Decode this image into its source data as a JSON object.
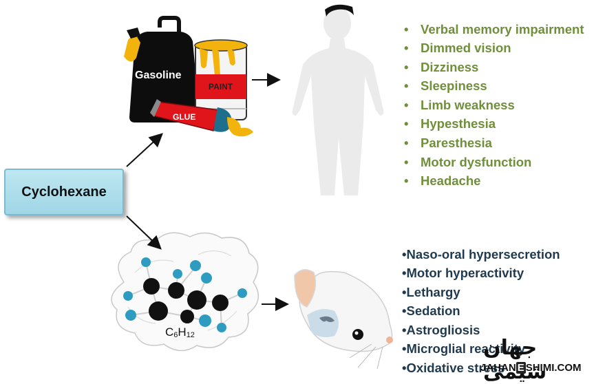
{
  "center": {
    "label": "Cyclohexane"
  },
  "products": {
    "gasoline": "Gasoline",
    "paint": "PAINT",
    "glue": "GLUE"
  },
  "molecule": {
    "formula_c": "C",
    "formula_sub_c": "6",
    "formula_h": "H",
    "formula_sub_h": "12"
  },
  "human_effects": [
    "Verbal memory impairment",
    "Dimmed vision",
    "Dizziness",
    "Sleepiness",
    "Limb weakness",
    "Hypesthesia",
    "Paresthesia",
    "Motor dysfunction",
    "Headache"
  ],
  "animal_effects": [
    "Naso-oral hypersecretion",
    "Motor hyperactivity",
    "Lethargy",
    "Sedation",
    "Astrogliosis",
    "Microglial reactivity",
    "Oxidative stress"
  ],
  "watermark": {
    "persian": "جهان شیمی",
    "latin_pre": "JAHAN",
    "latin_e": "E",
    "latin_post": "SHIMI.COM"
  },
  "colors": {
    "symptom_green": "#6f8f3a",
    "effect_navy": "#1f3a4f",
    "box_blue": "#9fd6e6",
    "atom_black": "#111111",
    "atom_teal": "#2e9cc0"
  }
}
